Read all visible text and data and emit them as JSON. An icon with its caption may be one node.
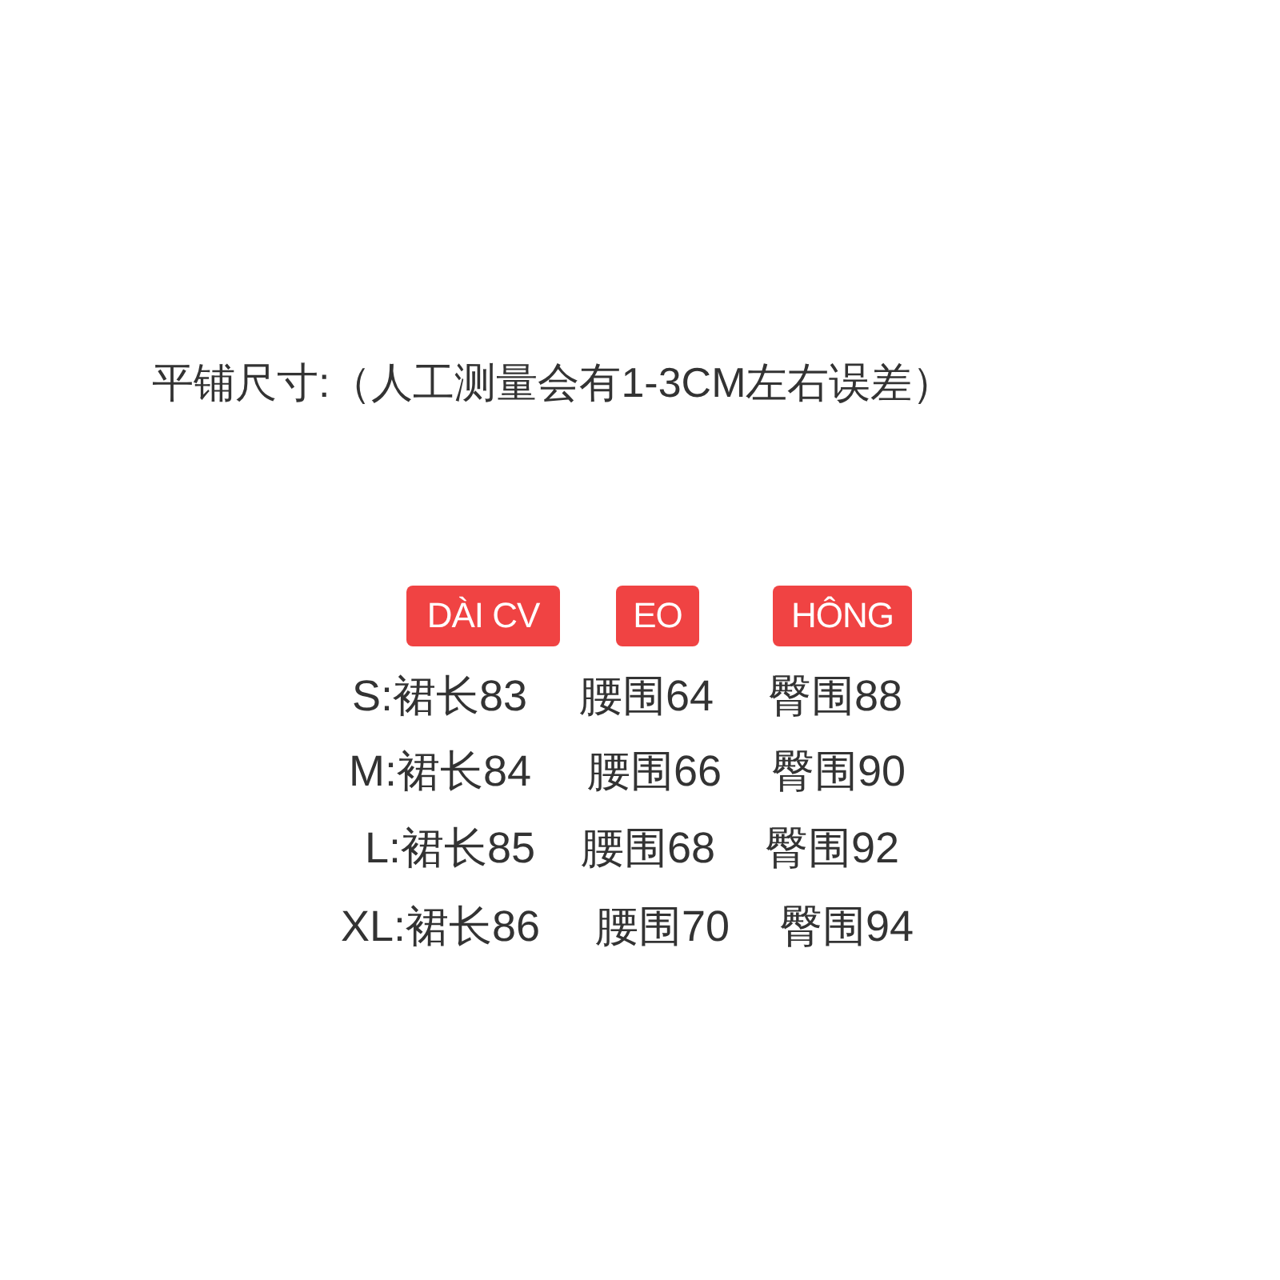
{
  "diagram": {
    "title": "平铺尺寸:（人工测量会有1-3CM左右误差）",
    "nodes": [
      {
        "text": [
          "DÀI CV"
        ]
      },
      {
        "text": [
          "EO"
        ]
      },
      {
        "text": [
          "HÔNG"
        ]
      }
    ],
    "labels": [
      "S:裙长83",
      "腰围64",
      "臀围88",
      "M:裙长84",
      "腰围66",
      "臀围90",
      "L:裙长85",
      "腰围68",
      "臀围92",
      "XL:裙长86",
      "腰围70",
      "臀围94"
    ]
  }
}
